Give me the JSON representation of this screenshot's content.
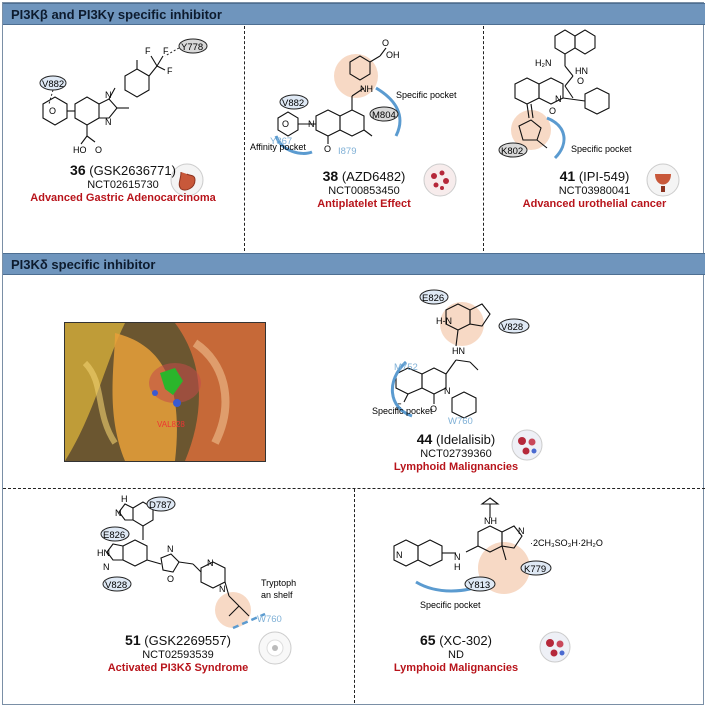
{
  "sections": {
    "beta_gamma_title": "PI3Kβ and PI3Kγ specific inhibitor",
    "delta_title": "PI3Kδ specific inhibitor"
  },
  "compounds": [
    {
      "number": "36",
      "code": "(GSK2636771)",
      "trial": "NCT02615730",
      "indication": "Advanced Gastric Adenocarcinoma",
      "residues": [
        "V882",
        "Y778"
      ],
      "icon": "stomach-icon"
    },
    {
      "number": "38",
      "code": "(AZD6482)",
      "trial": "NCT00853450",
      "indication": "Antiplatelet Effect",
      "residues": [
        "V882",
        "M804",
        "Y867",
        "I879"
      ],
      "pocket_labels": [
        "Specific pocket",
        "Affinity pocket"
      ],
      "icon": "platelets-icon"
    },
    {
      "number": "41",
      "code": "(IPI-549)",
      "trial": "NCT03980041",
      "indication": "Advanced urothelial cancer",
      "residues": [
        "K802"
      ],
      "pocket_labels": [
        "Specific pocket"
      ],
      "icon": "bladder-icon"
    },
    {
      "number": "44",
      "code": "(Idelalisib)",
      "trial": "NCT02739360",
      "indication": "Lymphoid Malignancies",
      "residues": [
        "E826",
        "V828",
        "M752",
        "W760"
      ],
      "pocket_labels": [
        "Specific pocket"
      ],
      "structure_label": "VAL828",
      "icon": "blood-cells-icon"
    },
    {
      "number": "51",
      "code": "(GSK2269557)",
      "trial": "NCT02593539",
      "indication": "Activated PI3Kδ Syndrome",
      "residues": [
        "D787",
        "E826",
        "V828",
        "W760"
      ],
      "pocket_labels": [
        "Tryptoph",
        "an shelf"
      ],
      "icon": "cell-icon"
    },
    {
      "number": "65",
      "code": "(XC-302)",
      "trial": "ND",
      "indication": "Lymphoid Malignancies",
      "residues": [
        "Y813",
        "K779"
      ],
      "pocket_labels": [
        "Specific pocket"
      ],
      "salt_label": "·2CH₃SO₃H·2H₂O",
      "icon": "blood-cells-icon"
    }
  ],
  "colors": {
    "header_bar": "#6f95bd",
    "indication_red": "#b8141b",
    "residue_fill": "#dfe9f5",
    "residue_blue_text": "#7fb0d6",
    "highlight_peach": "#f7d9c5",
    "pocket_arc": "#5b9bd0"
  }
}
